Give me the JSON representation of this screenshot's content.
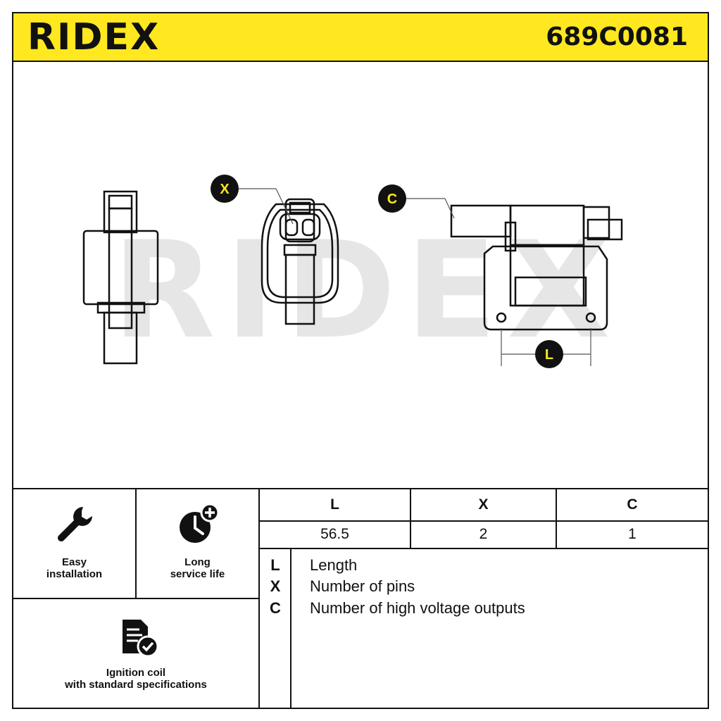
{
  "header": {
    "brand": "RIDEX",
    "part_number": "689C0081",
    "background_color": "#ffe81f"
  },
  "drawing": {
    "watermark": "RIDEX",
    "callouts": {
      "x": "X",
      "c": "C",
      "l": "L"
    }
  },
  "features": [
    {
      "icon": "wrench-icon",
      "line1": "Easy",
      "line2": "installation"
    },
    {
      "icon": "clock-plus-icon",
      "line1": "Long",
      "line2": "service life"
    },
    {
      "icon": "document-check-icon",
      "line1": "Ignition coil",
      "line2": "with standard specifications"
    }
  ],
  "spec_table": {
    "headers": [
      "L",
      "X",
      "C"
    ],
    "values": [
      "56.5",
      "2",
      "1"
    ]
  },
  "legend": [
    {
      "key": "L",
      "description": "Length"
    },
    {
      "key": "X",
      "description": "Number of pins"
    },
    {
      "key": "C",
      "description": "Number of high voltage outputs"
    }
  ]
}
